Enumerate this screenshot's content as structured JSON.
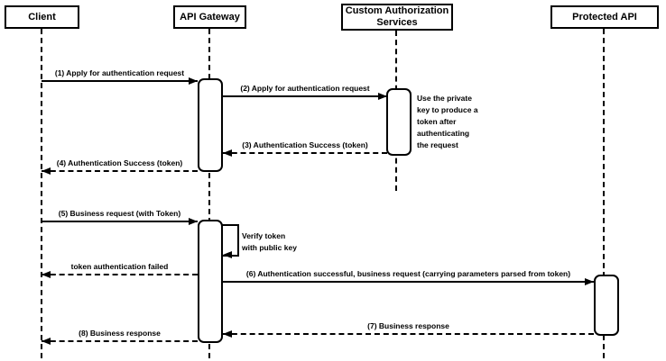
{
  "participants": [
    {
      "id": "client",
      "label": "Client"
    },
    {
      "id": "api-gateway",
      "label": "API Gateway"
    },
    {
      "id": "custom-authorization-services",
      "label": "Custom Authorization\nServices"
    },
    {
      "id": "protected-api",
      "label": "Protected API"
    }
  ],
  "messages": [
    {
      "label": "(1) Apply for authentication request",
      "from": "client",
      "to": "api-gateway",
      "style": "solid"
    },
    {
      "label": "(2) Apply for authentication request",
      "from": "api-gateway",
      "to": "custom-authorization-services",
      "style": "solid"
    },
    {
      "label": "(3) Authentication Success (token)",
      "from": "custom-authorization-services",
      "to": "api-gateway",
      "style": "dashed"
    },
    {
      "label": "(4) Authentication Success (token)",
      "from": "api-gateway",
      "to": "client",
      "style": "dashed"
    },
    {
      "label": "(5) Business request (with Token)",
      "from": "client",
      "to": "api-gateway",
      "style": "solid"
    },
    {
      "label": "token authentication failed",
      "from": "api-gateway",
      "to": "client",
      "style": "dashed"
    },
    {
      "label": "(6) Authentication successful, business request (carrying parameters parsed from token)",
      "from": "api-gateway",
      "to": "protected-api",
      "style": "solid"
    },
    {
      "label": "(7) Business response",
      "from": "protected-api",
      "to": "api-gateway",
      "style": "dashed"
    },
    {
      "label": "(8) Business response",
      "from": "api-gateway",
      "to": "client",
      "style": "dashed"
    }
  ],
  "self_message": {
    "label": "Verify token\nwith public key",
    "on": "api-gateway"
  },
  "note": {
    "label": "Use the private\nkey to produce a\ntoken after\nauthenticating\nthe request",
    "near": "custom-authorization-services"
  },
  "colors": {
    "line": "#000000",
    "text": "#000000",
    "background": "#ffffff"
  }
}
